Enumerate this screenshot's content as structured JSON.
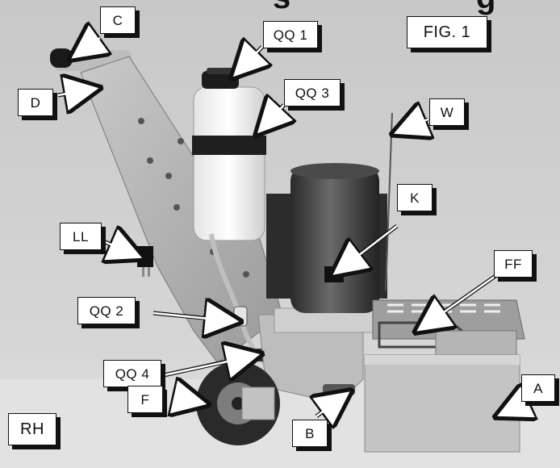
{
  "figure": {
    "title": "FIG. 1",
    "side": "RH",
    "labels": {
      "c": "C",
      "d": "D",
      "qq1": "QQ 1",
      "qq3": "QQ 3",
      "w": "W",
      "k": "K",
      "ll": "LL",
      "ff": "FF",
      "qq2": "QQ 2",
      "qq4": "QQ 4",
      "f": "F",
      "b": "B",
      "a": "A"
    }
  }
}
